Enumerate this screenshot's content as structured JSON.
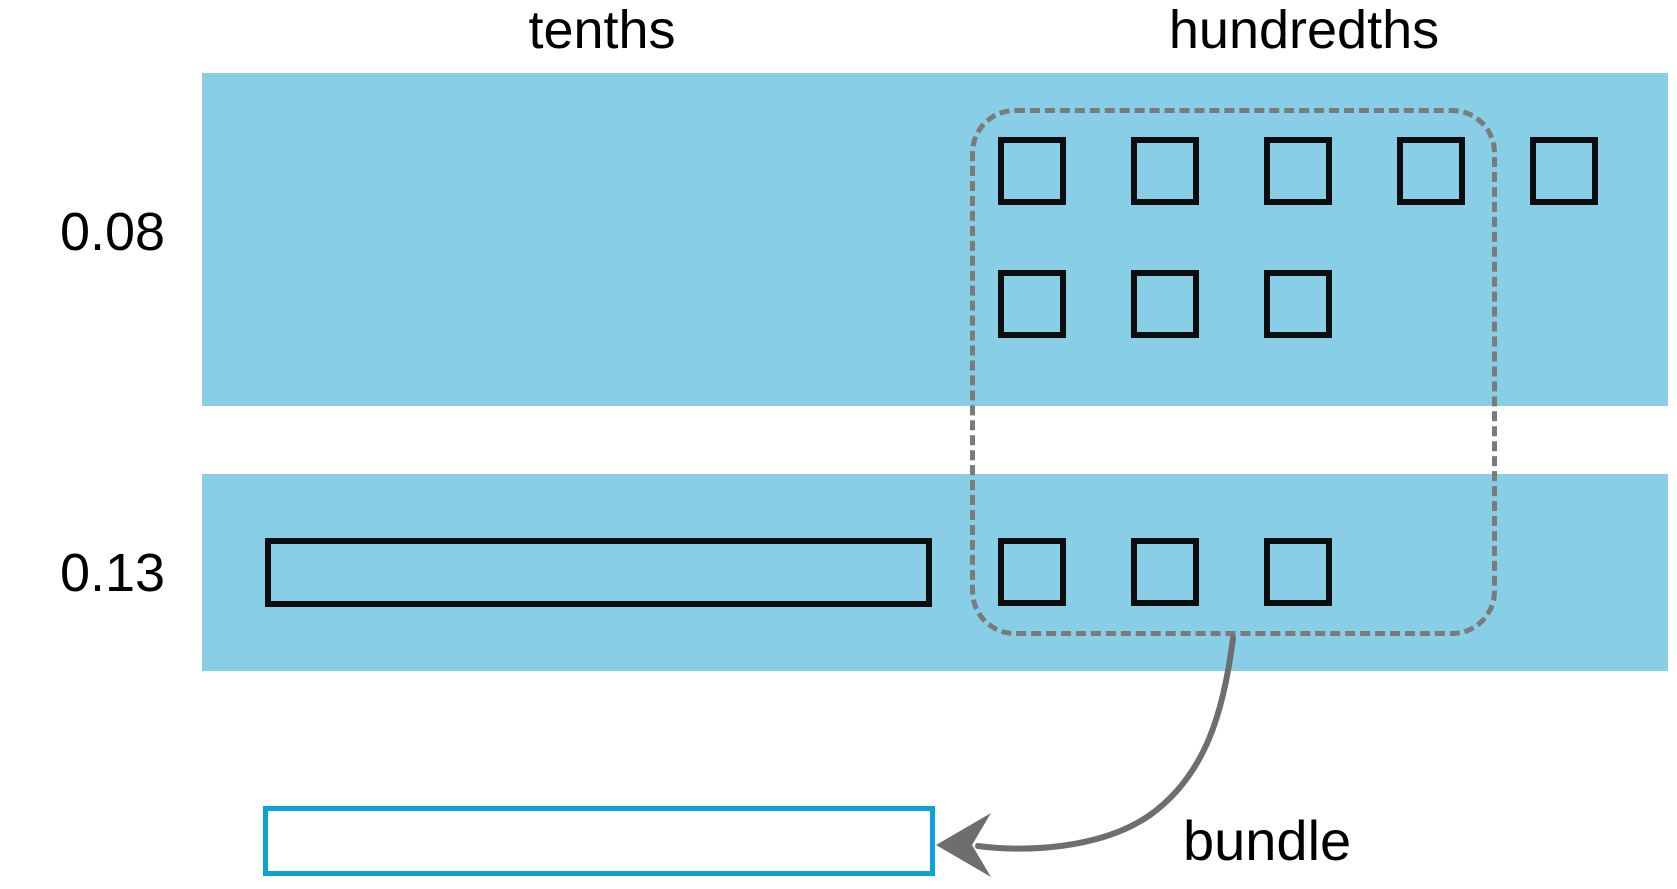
{
  "figure": {
    "column_headers": [
      {
        "label": "tenths"
      },
      {
        "label": "hundredths"
      }
    ],
    "rows": [
      {
        "label": "0.08",
        "tenths_bars": 0,
        "hundredths_squares": 8,
        "hundredths_layout": [
          5,
          3
        ]
      },
      {
        "label": "0.13",
        "tenths_bars": 1,
        "hundredths_squares": 3,
        "hundredths_layout": [
          3
        ]
      }
    ],
    "bundle": {
      "label": "bundle",
      "circled_hundredths_total": 11
    },
    "colors": {
      "band_blue": "#87CEE6",
      "outline_black": "#0d0d0d",
      "dashed_gray": "#7b7b7b",
      "arrow_gray": "#6e6e6e",
      "bundle_cyan": "#09A4D3",
      "background": "#ffffff",
      "text": "#000000"
    }
  }
}
